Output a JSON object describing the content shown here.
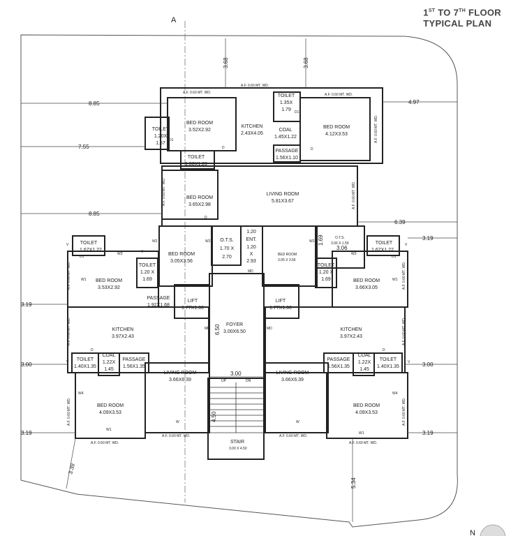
{
  "title": {
    "line1_a": "1",
    "line1_sup1": "ST",
    "line1_b": " TO 7",
    "line1_sup2": "TH",
    "line1_c": " FLOOR",
    "line2": "TYPICAL PLAN"
  },
  "axis_label": "A",
  "north_label": "N",
  "dimensions": {
    "d368a": "3.68",
    "d368b": "3.68",
    "d885a": "8.85",
    "d497": "4.97",
    "d755": "7.55",
    "d885b": "8.85",
    "d639": "6.39",
    "d319r1": "3.19",
    "d319l1": "3.19",
    "d300l": "3.00",
    "d300r": "3.00",
    "d300c": "3.00",
    "d319l2": "3.19",
    "d319r2": "3.19",
    "d339": "3.39",
    "d534": "5.34",
    "d650": "6.50",
    "d450": "4.50",
    "d306": "3.06",
    "d169": "1.69"
  },
  "rooms": {
    "toilet_t1": "TOILET",
    "toilet_t1_size": "1.35X",
    "toilet_t1_size2": "1.79",
    "bed_tl_label": "BED ROOM",
    "bed_tl_size": "3.52X2.92",
    "kitchen_top_label": "KITCHEN",
    "kitchen_top_size": "2.43X4.05",
    "coal_top": "COAL",
    "coal_top_size": "1.45X1.22",
    "bed_tr_label": "BED ROOM",
    "bed_tr_size": "4.12X3.53",
    "toilet_l_label": "TOILET",
    "toilet_l_size": "1.20X",
    "toilet_l_size2": "1.67",
    "passage_top": "PASSAGE",
    "passage_top_size": "1.56X1.10",
    "toilet_c": "TOILET",
    "toilet_c_size": "1.80X1.20",
    "living_top": "LIVING ROOM",
    "living_top_size": "5.81X3.67",
    "bed_ml_label": "BED ROOM",
    "bed_ml_size": "3.65X2.98",
    "ots_left": "O.T.S.",
    "ots_left_size": "1.70 X",
    "ots_left_size2": "2.70",
    "ent_a": "1.20",
    "ent_b": "ENT.",
    "ent_c": "1.20",
    "ent_d": "X",
    "ent_e": "2.93",
    "bed_c1_label": "BED ROOM",
    "bed_c1_size": "3.05X3.56",
    "bed_c2_label": "BED ROOM",
    "bed_c2_size": "3.05 X 3.56",
    "ots_right": "O.T.S.",
    "ots_right_size": "3.06 X 1.59",
    "toilet_wl": "TOILET",
    "toilet_wl_size": "1.67X1.22",
    "toilet_wr": "TOILET",
    "toilet_wr_size": "1.67X1.22",
    "bed_wl_label": "BED ROOM",
    "bed_wl_size": "3.53X2.92",
    "toilet_wl2": "TOILET",
    "toilet_wl2_size": "1.20 X",
    "toilet_wl2_size2": "1.69",
    "toilet_wr2": "TOILET",
    "toilet_wr2_size": "1.20 X",
    "toilet_wr2_size2": "1.69",
    "bed_wr_label": "BED ROOM",
    "bed_wr_size": "3.66X3.05",
    "passage_l": "PASSAGE",
    "passage_l_size": "1.92X1.68",
    "lift_l": "LIFT",
    "lift_l_size": "1.77X1.60",
    "lift_r": "LIFT",
    "lift_r_size": "1.77X1.60",
    "kitchen_l": "KITCHEN",
    "kitchen_l_size": "3.97X2.43",
    "foyer": "FOYER",
    "foyer_size": "3.00X6.50",
    "kitchen_r": "KITCHEN",
    "kitchen_r_size": "3.97X2.43",
    "toilet_ll": "TOILET",
    "toilet_ll_size": "1.40X1.35",
    "coal_l": "COAL",
    "coal_l_size": "1.22X",
    "coal_l_size2": "1.45",
    "passage_ll": "PASSAGE",
    "passage_ll_size": "1.56X1.35",
    "living_l": "LIVING ROOM",
    "living_l_size": "3.66X6.39",
    "living_r": "LIVING ROOM",
    "living_r_size": "3.66X6.39",
    "passage_rr": "PASSAGE",
    "passage_rr_size": "1.56X1.35",
    "coal_r": "COAL",
    "coal_r_size": "1.22X",
    "coal_r_size2": "1.45",
    "toilet_rr": "TOILET",
    "toilet_rr_size": "1.40X1.35",
    "bed_bl_label": "BED ROOM",
    "bed_bl_size": "4.09X3.53",
    "bed_br_label": "BED ROOM",
    "bed_br_size": "4.09X3.53",
    "stair": "STAIR",
    "stair_size": "3.00 X 4.50",
    "up": "UP",
    "dn": "DN"
  },
  "annotations": {
    "af_wd": "A.F. 0.60 MT. WD.",
    "w": "W",
    "w1": "W1",
    "w2": "W2",
    "w3": "W3",
    "w4": "W4",
    "d": "D",
    "d1": "D1",
    "v": "V",
    "md": "MD"
  }
}
